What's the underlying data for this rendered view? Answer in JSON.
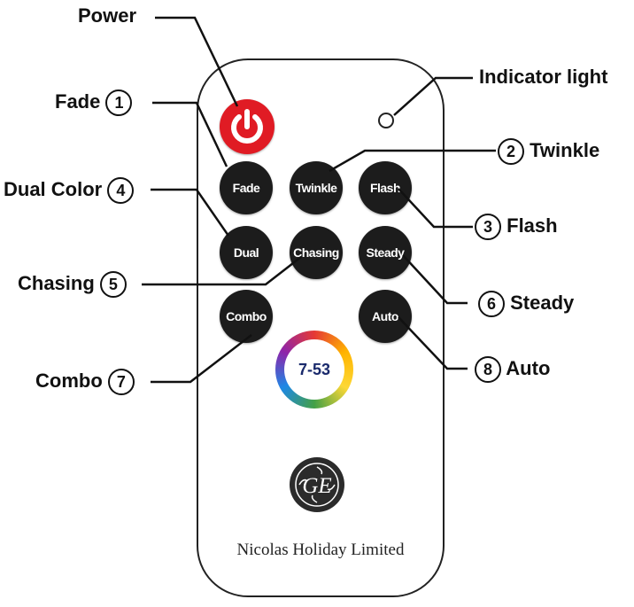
{
  "callouts": {
    "power": "Power",
    "indicator": "Indicator light",
    "fade": {
      "text": "Fade",
      "num": "1"
    },
    "twinkle": {
      "text": "Twinkle",
      "num": "2"
    },
    "flash": {
      "text": "Flash",
      "num": "3"
    },
    "dual_color": {
      "text": "Dual Color",
      "num": "4"
    },
    "chasing": {
      "text": "Chasing",
      "num": "5"
    },
    "steady": {
      "text": "Steady",
      "num": "6"
    },
    "combo": {
      "text": "Combo",
      "num": "7"
    },
    "auto": {
      "text": "Auto",
      "num": "8"
    }
  },
  "remote": {
    "power_icon": "power-icon",
    "buttons": {
      "fade": "Fade",
      "twinkle": "Twinkle",
      "flash": "Flash",
      "dual": "Dual",
      "chasing": "Chasing",
      "steady": "Steady",
      "combo": "Combo",
      "auto": "Auto"
    },
    "model": "7-53",
    "logo": "GE",
    "brand": "Nicolas Holiday Limited"
  },
  "colors": {
    "power": "#e01b24",
    "button": "#1c1c1c",
    "model_text": "#1a2a6c"
  }
}
